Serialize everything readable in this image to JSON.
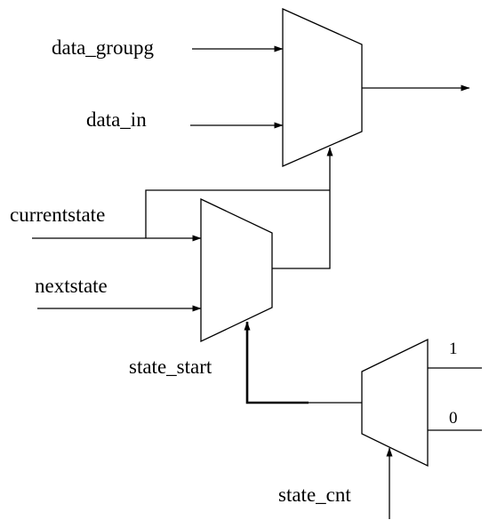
{
  "signals": {
    "data_groupg": "data_groupg",
    "data_in": "data_in",
    "currentstate": "currentstate",
    "nextstate": "nextstate",
    "state_start": "state_start",
    "state_cnt": "state_cnt"
  },
  "constants": {
    "one": "1",
    "zero": "0"
  }
}
